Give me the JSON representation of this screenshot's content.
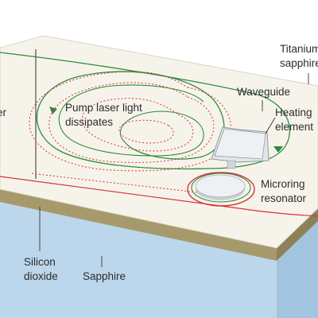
{
  "labels": {
    "left_edge_fragment": "er",
    "titanium_line1": "Titanium",
    "titanium_line2": "sapphire",
    "waveguide": "Waveguide",
    "pump_line1": "Pump laser light",
    "pump_line2": "dissipates",
    "heating_line1": "Heating",
    "heating_line2": "element",
    "microring_line1": "Microring",
    "microring_line2": "resonator",
    "silicon_line1": "Silicon",
    "silicon_line2": "dioxide",
    "sapphire": "Sapphire"
  },
  "colors": {
    "background": "#ffffff",
    "top_surface": "#f6f4ea",
    "top_surface_edge": "#d9d5c5",
    "oxide_layer": "#a69a6c",
    "sapphire_front": "#bcd7ec",
    "sapphire_side": "#a3c4de",
    "waveguide_green": "#2e8b3d",
    "pump_red": "#d8303a",
    "leader_line": "#333333",
    "label_text": "#2c2c2c"
  }
}
